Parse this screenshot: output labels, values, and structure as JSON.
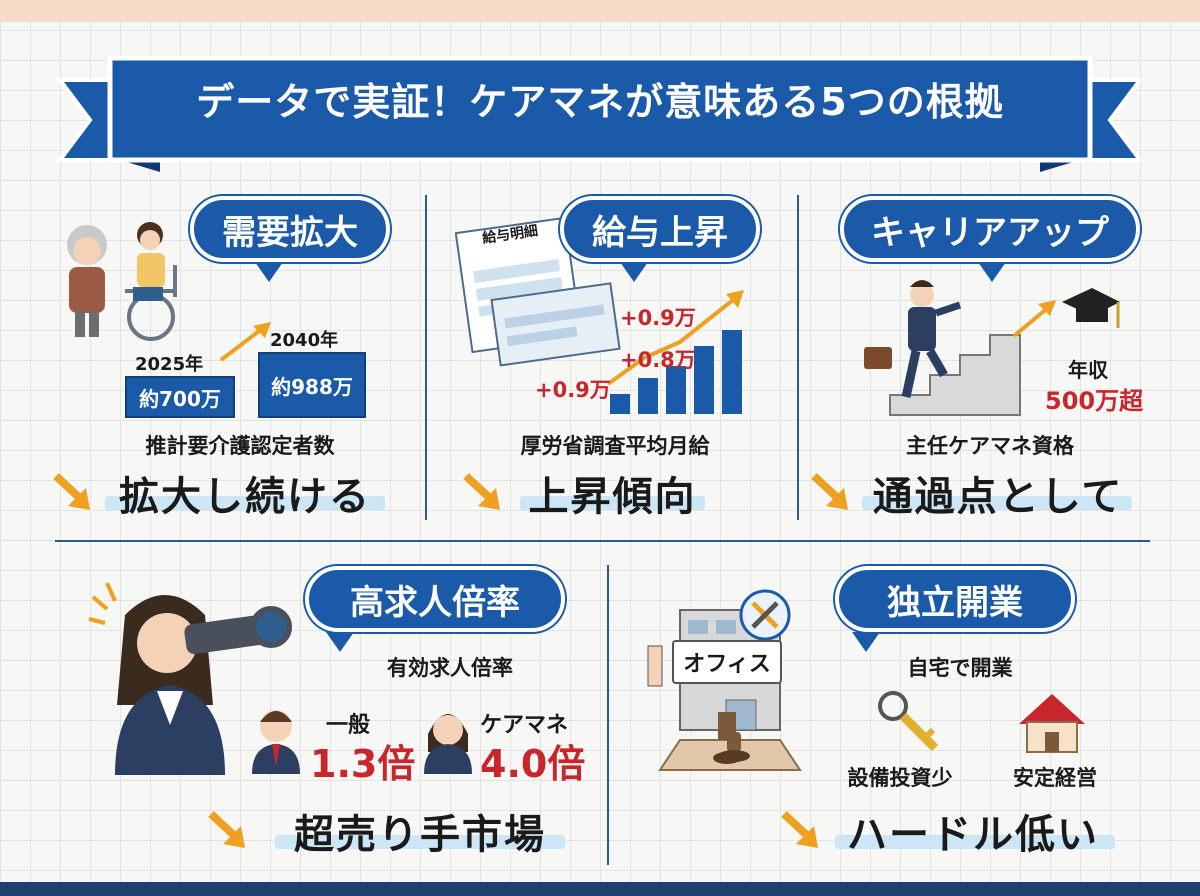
{
  "title": "データで実証！ケアマネが意味ある5つの根拠",
  "colors": {
    "primary": "#1b5aa8",
    "accent": "#c8262c",
    "arrow": "#f0a020",
    "highlight": "#cde6f6"
  },
  "panels": {
    "demand": {
      "heading": "需要拡大",
      "year_2025": "2025年",
      "value_2025": "約700万",
      "year_2040": "2040年",
      "value_2040": "約988万",
      "caption": "推計要介護認定者数",
      "conclusion": "拡大し続ける"
    },
    "salary": {
      "heading": "給与上昇",
      "doc_label": "給与明細",
      "step1": "+0.9万",
      "step2": "+0.8万",
      "step3": "+0.9万",
      "caption": "厚労省調査平均月給",
      "conclusion": "上昇傾向"
    },
    "career": {
      "heading": "キャリアアップ",
      "income_label": "年収",
      "income_value": "500万超",
      "caption": "主任ケアマネ資格",
      "conclusion": "通過点として"
    },
    "jobs": {
      "heading": "高求人倍率",
      "subtitle": "有効求人倍率",
      "general_label": "一般",
      "general_value": "1.3倍",
      "cm_label": "ケアマネ",
      "cm_value": "4.0倍",
      "conclusion": "超売り手市場"
    },
    "independent": {
      "heading": "独立開業",
      "sign": "オフィス",
      "subtitle": "自宅で開業",
      "item1": "設備投資少",
      "item2": "安定経営",
      "conclusion": "ハードル低い"
    }
  },
  "icons": [
    "wheelchair-illustration",
    "payslip-icon",
    "stairs-illustration",
    "graduation-cap-icon",
    "telescope-illustration",
    "office-building-icon",
    "key-icon",
    "house-icon",
    "tools-icon",
    "stamp-icon",
    "trend-arrow-icon"
  ]
}
